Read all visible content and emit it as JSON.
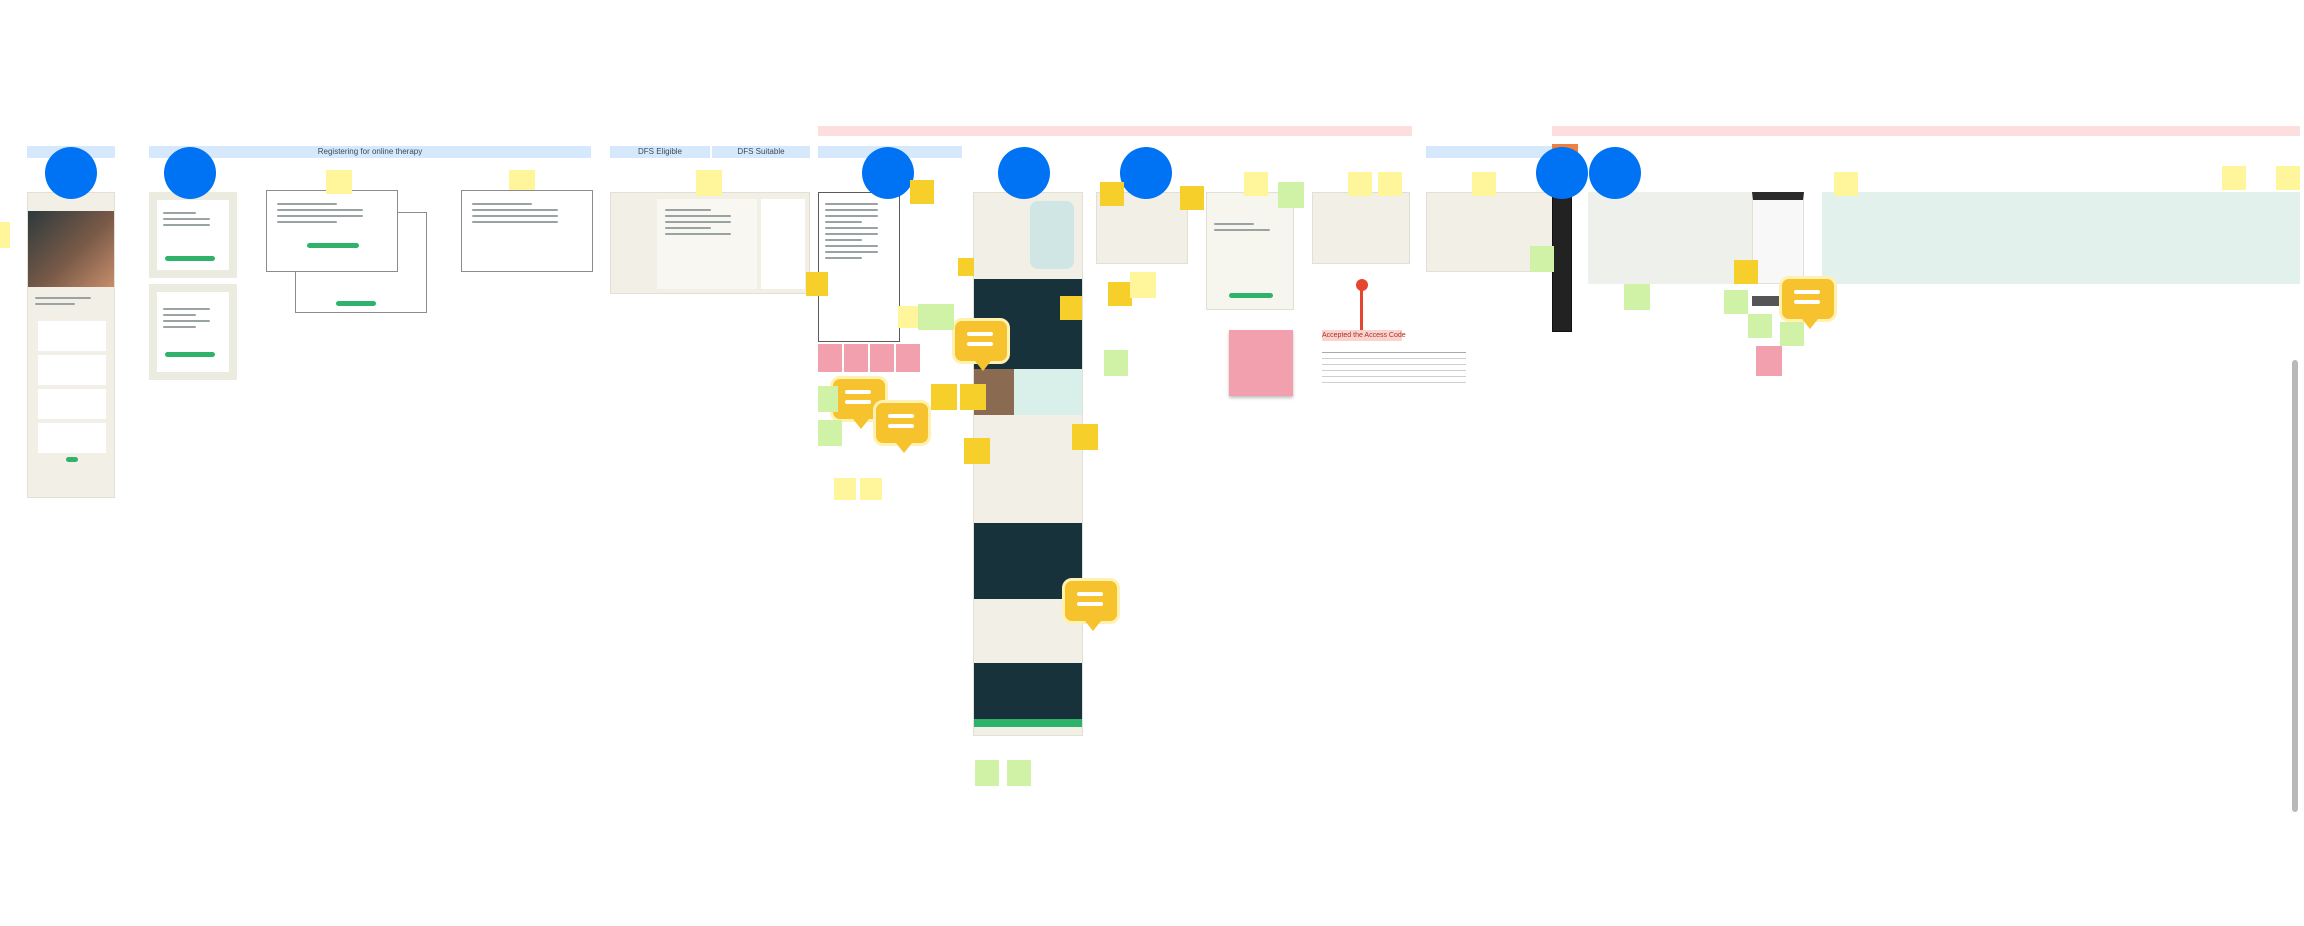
{
  "canvas": {
    "background": "#ffffff",
    "accent_colors": {
      "avatar": "#0073f5",
      "section_header": "#d6e8fb",
      "phase_band": "#fcdede",
      "sticky_light": "#fff59a",
      "sticky_yellow": "#f7cf2a",
      "sticky_green": "#cff2a6",
      "sticky_pink": "#f2a0ad",
      "comment_bubble": "#f6c22d",
      "pin": "#e6452f"
    }
  },
  "section_headers": {
    "registering": "Registering for online therapy",
    "dfs_eligible": "DFS Eligible",
    "dfs_suitable": "DFS Suitable"
  },
  "annotations": {
    "accepted_access_code": "Accepted the Access Code"
  },
  "icons": {
    "avatar": "user-avatar-icon",
    "comment": "comment-bubble-icon",
    "pin": "map-pin-icon"
  }
}
